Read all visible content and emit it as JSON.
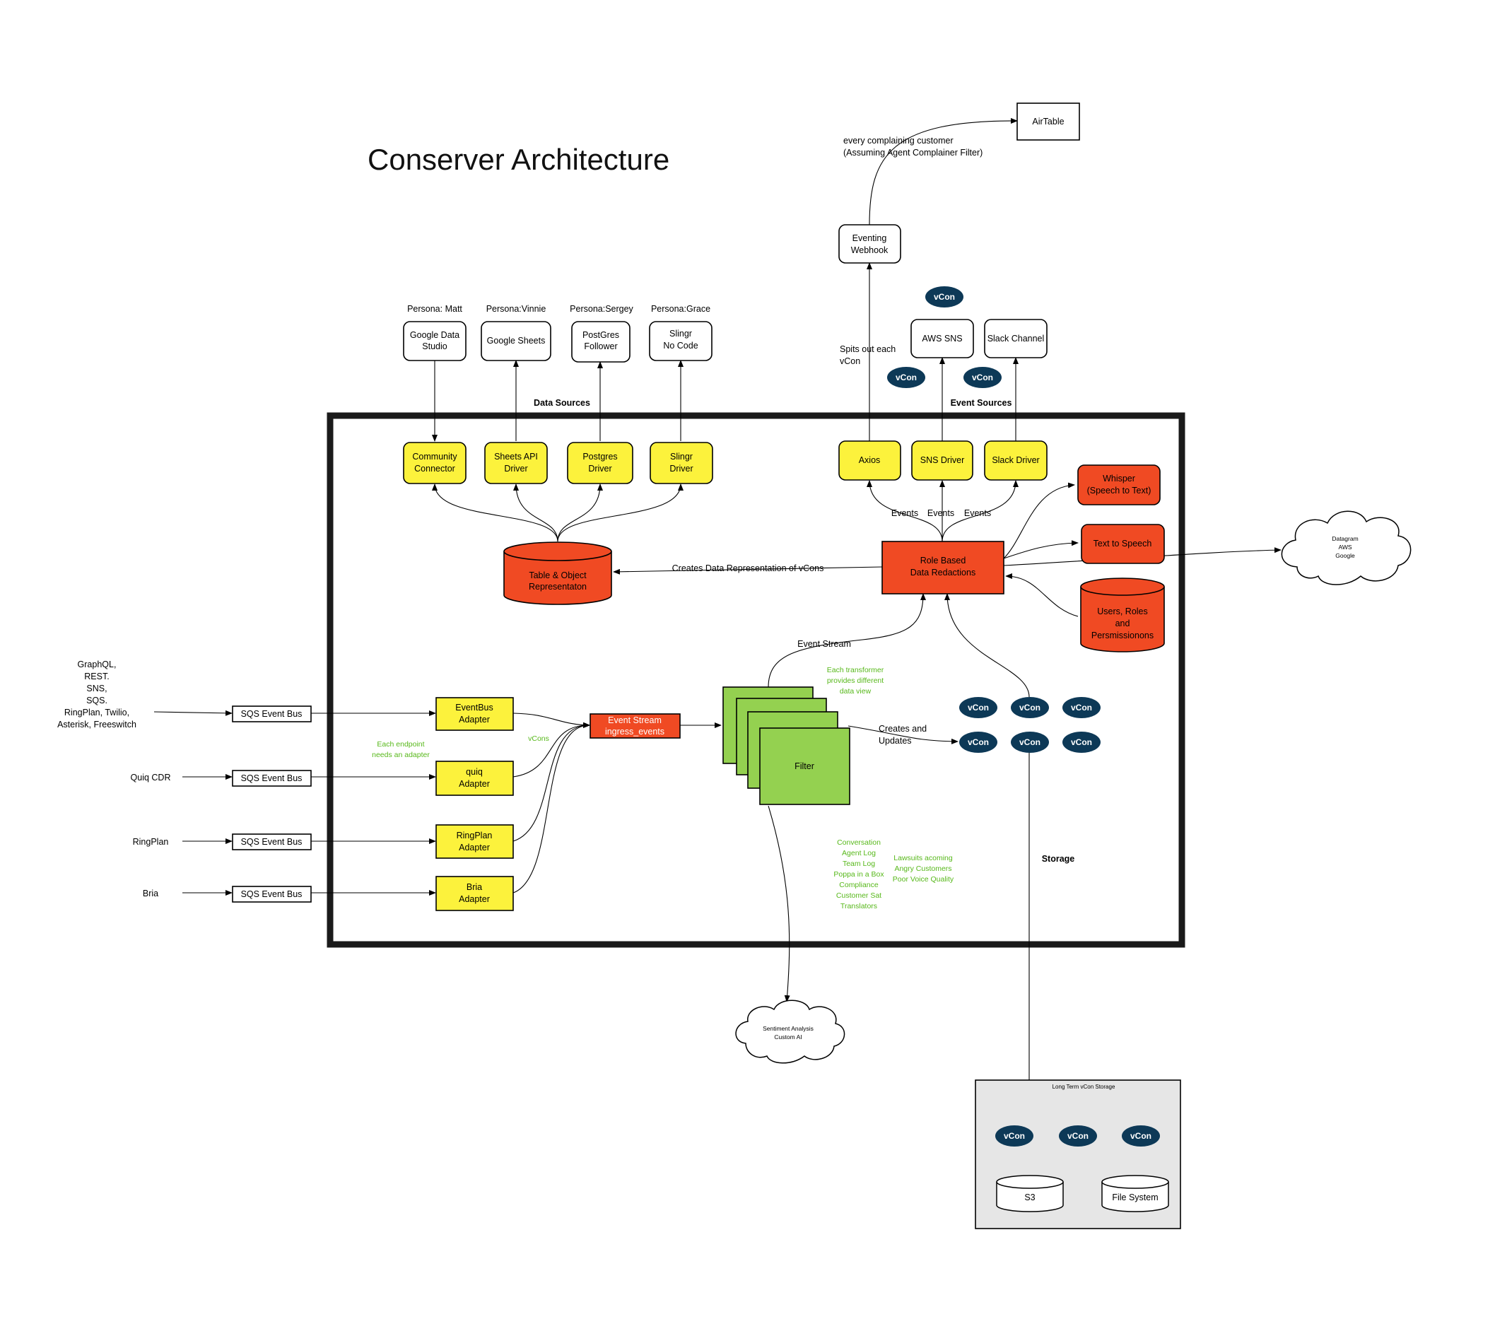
{
  "title": "Conserver Architecture",
  "colors": {
    "yellow": "#fcf23c",
    "red": "#f04a23",
    "green": "#94d150",
    "vcon": "#0d3957",
    "storage_bg": "#e6e6e6",
    "annotation": "#57b81a"
  },
  "sections": {
    "data_sources": "Data Sources",
    "event_sources": "Event Sources",
    "storage": "Storage"
  },
  "personas": [
    {
      "persona": "Persona: Matt",
      "tool": [
        "Google Data",
        "Studio"
      ]
    },
    {
      "persona": "Persona:Vinnie",
      "tool": [
        "Google Sheets"
      ]
    },
    {
      "persona": "Persona:Sergey",
      "tool": [
        "PostGres",
        "Follower"
      ]
    },
    {
      "persona": "Persona:Grace",
      "tool": [
        "Slingr",
        "No Code"
      ]
    }
  ],
  "drivers": [
    [
      "Community",
      "Connector"
    ],
    [
      "Sheets API",
      "Driver"
    ],
    [
      "Postgres",
      "Driver"
    ],
    [
      "Slingr",
      "Driver"
    ]
  ],
  "event_drivers": [
    "Axios",
    "SNS Driver",
    "Slack Driver"
  ],
  "event_targets": [
    "AWS SNS",
    "Slack Channel"
  ],
  "eventing_webhook": [
    "Eventing",
    "Webhook"
  ],
  "airtable": "AirTable",
  "airtable_label": [
    "every complaining customer",
    "(Assuming Agent Complainer Filter)"
  ],
  "spits_label": [
    "Spits out each",
    "vCon"
  ],
  "events_label": "Events",
  "vcon_label": "vCon",
  "table_object": [
    "Table & Object",
    "Representaton"
  ],
  "creates_data_label": "Creates Data Representation of vCons",
  "role_based": [
    "Role Based",
    "Data Redactions"
  ],
  "whisper": [
    "Whisper",
    "(Speech to Text)"
  ],
  "tts": "Text to Speech",
  "users_roles": [
    "Users, Roles",
    "and",
    "Persmissionons"
  ],
  "datagram_cloud": [
    "Datagram",
    "AWS",
    "Google"
  ],
  "sentiment_cloud": [
    "Sentiment Analysis",
    "Custom AI"
  ],
  "event_stream_label": "Event Stream",
  "inputs": [
    {
      "source": [
        "GraphQL,",
        "REST.",
        "SNS,",
        "SQS.",
        "RingPlan, Twilio,",
        "Asterisk, Freeswitch"
      ],
      "bus": "SQS Event Bus",
      "adapter": [
        "EventBus",
        "Adapter"
      ]
    },
    {
      "source": [
        "Quiq CDR"
      ],
      "bus": "SQS Event Bus",
      "adapter": [
        "quiq",
        "Adapter"
      ]
    },
    {
      "source": [
        "RingPlan"
      ],
      "bus": "SQS Event Bus",
      "adapter": [
        "RingPlan",
        "Adapter"
      ]
    },
    {
      "source": [
        "Bria"
      ],
      "bus": "SQS Event Bus",
      "adapter": [
        "Bria",
        "Adapter"
      ]
    }
  ],
  "endpoint_note": [
    "Each endpoint",
    "needs an adapter"
  ],
  "vcons_note": "vCons",
  "ingress": [
    "Event Stream",
    "ingress_events"
  ],
  "filter": "Filter",
  "transformer_note": [
    "Each transformer",
    "provides different",
    "data view"
  ],
  "creates_updates": [
    "Creates and",
    "Updates"
  ],
  "use_cases": [
    "Conversation",
    "Agent Log",
    "Team Log",
    "Poppa in a Box",
    "Compliance",
    "Customer Sat",
    "Translators"
  ],
  "issues": [
    "Lawsuits acoming",
    "Angry Customers",
    "Poor Voice Quality"
  ],
  "long_term": "Long Term vCon Storage",
  "s3": "S3",
  "filesystem": "File System"
}
